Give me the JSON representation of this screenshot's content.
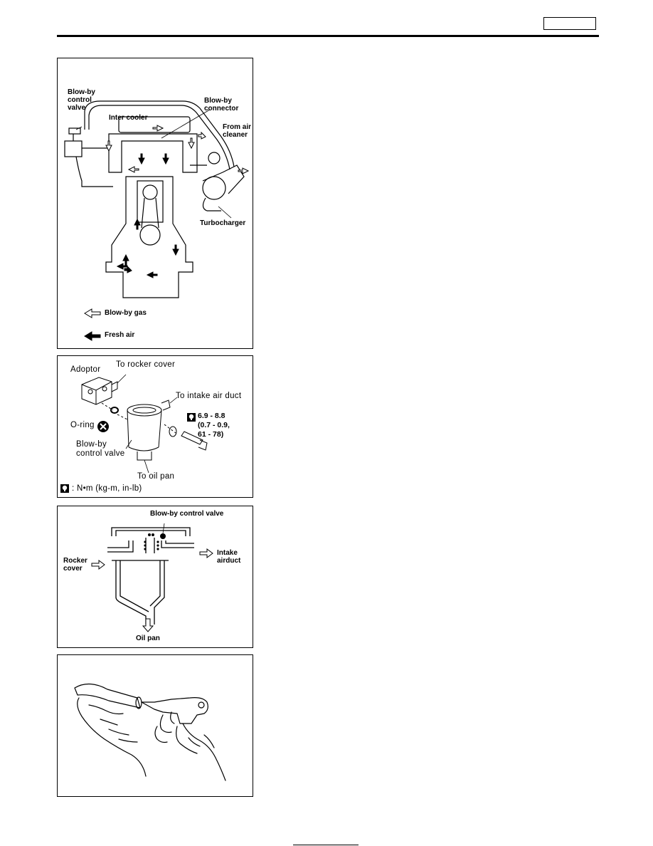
{
  "page": {
    "header_box_text": ""
  },
  "figure1": {
    "labels": {
      "blowby_control_valve": "Blow-by\ncontrol\nvalve",
      "blowby_connector": "Blow-by\nconnector",
      "inter_cooler": "Inter cooler",
      "from_air_cleaner": "From air\ncleaner",
      "turbocharger": "Turbocharger"
    },
    "legend": {
      "blowby_gas": "Blow-by gas",
      "fresh_air": "Fresh air"
    }
  },
  "figure2": {
    "labels": {
      "adoptor": "Adoptor",
      "to_rocker_cover": "To rocker cover",
      "to_intake_air_duct": "To intake air duct",
      "o_ring": "O-ring",
      "blowby_control_valve": "Blow-by\ncontrol valve",
      "to_oil_pan": "To oil pan",
      "torque_spec": "6.9 - 8.8\n(0.7 - 0.9,\n61 - 78)",
      "torque_units": ": N•m (kg-m, in-lb)"
    }
  },
  "figure3": {
    "labels": {
      "blowby_control_valve": "Blow-by control valve",
      "rocker_cover": "Rocker\ncover",
      "intake_airduct": "Intake\nairduct",
      "oil_pan": "Oil pan"
    }
  }
}
